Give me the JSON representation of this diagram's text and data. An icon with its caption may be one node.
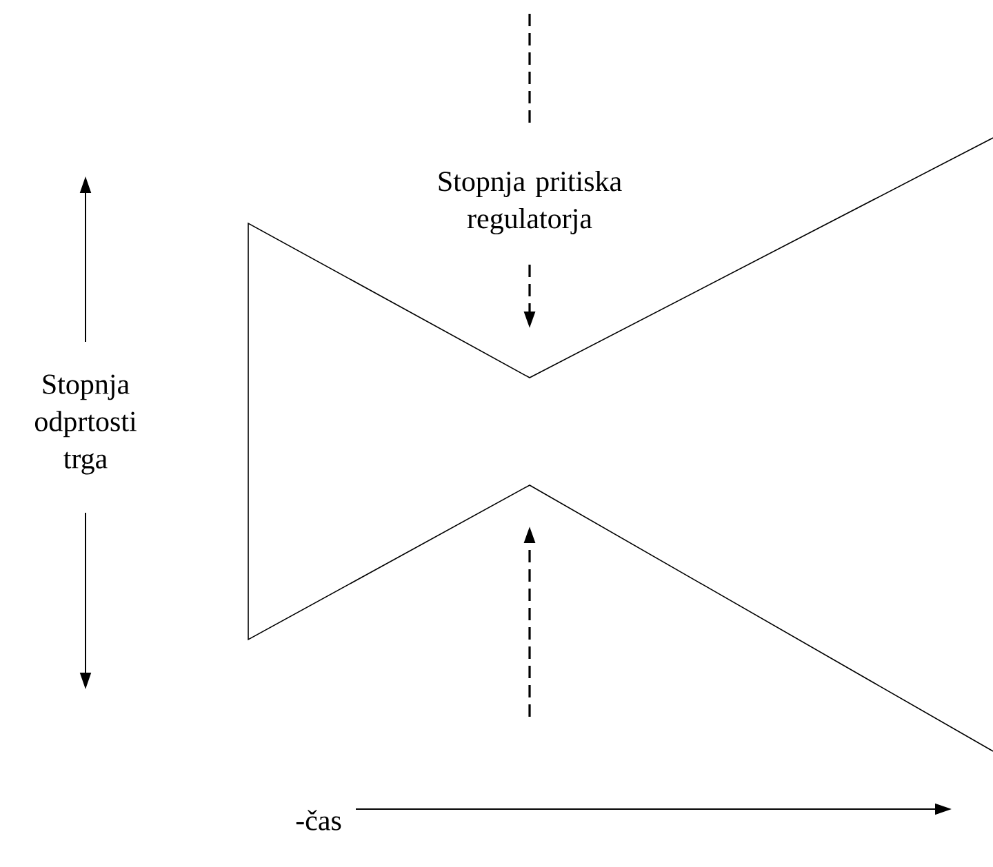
{
  "diagram": {
    "labels": [
      "Stopnja pritiska regulatorja",
      "Stopnja odprtosti trga",
      "-čas"
    ]
  }
}
